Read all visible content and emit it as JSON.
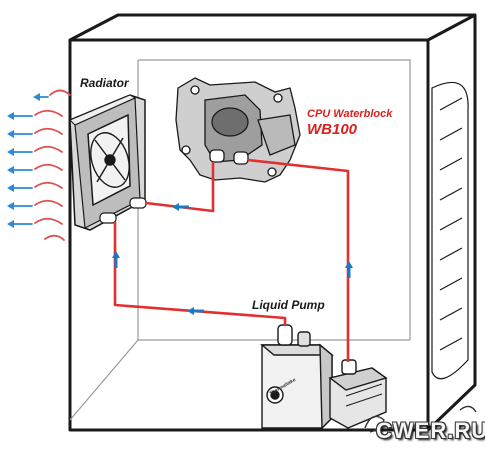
{
  "labels": {
    "radiator": "Radiator",
    "cpu_waterblock": "CPU Waterblock",
    "model": "WB100",
    "liquid_pump": "Liquid Pump",
    "pump_brand": "Thermaltake"
  },
  "watermark": "CWER.RU",
  "colors": {
    "tube": "#e03030",
    "flow_arrow": "#1e78c8",
    "air_hot": "#e05050",
    "air_cold": "#2d8ad8",
    "label_accent": "#d9211d",
    "outline": "#1a1a1a"
  },
  "icons": {
    "flow_arrow": "flow-arrow-icon",
    "air_arrow": "air-flow-arrow-icon"
  }
}
